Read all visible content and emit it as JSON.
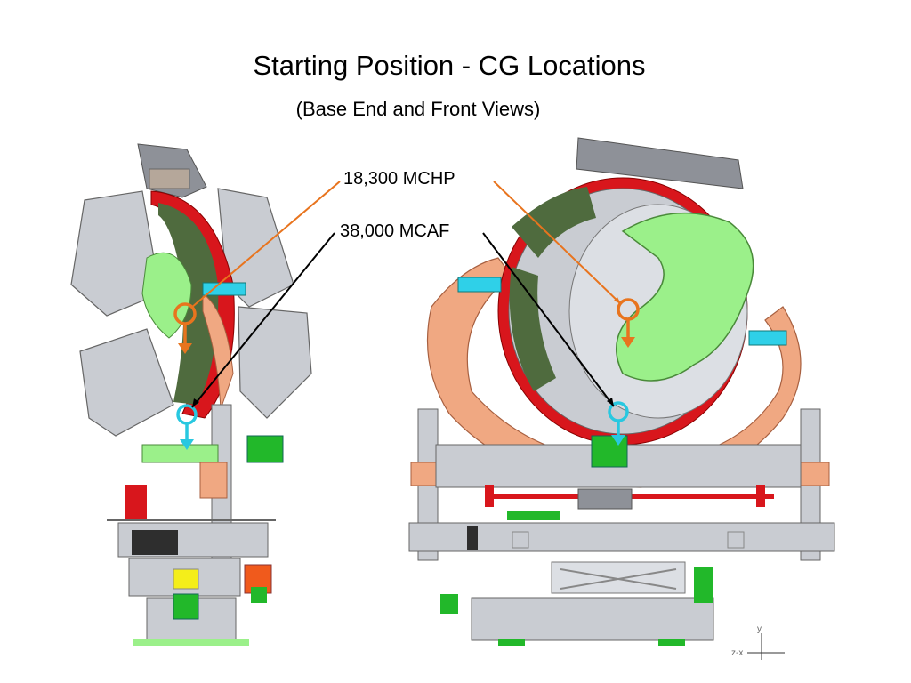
{
  "title": "Starting Position - CG Locations",
  "subtitle": "(Base End and Front Views)",
  "callouts": [
    {
      "label": "18,300 MCHP",
      "color": "#e8741e"
    },
    {
      "label": "38,000 MCAF",
      "color": "#000000"
    }
  ],
  "axes": {
    "vertical": "y",
    "horizontal": "z-x"
  },
  "colors": {
    "frame_gray": "#c9ccd2",
    "dark_gray": "#8e9198",
    "green_coil": "#9bf08a",
    "red_structure": "#d8161c",
    "copper": "#f0a882",
    "cyan": "#2fd0e8",
    "cg_mchp": "#e8741e",
    "cg_mcaf": "#28c8e0",
    "green_part": "#22b82a",
    "yellow_part": "#f4ee1a",
    "orange_part": "#f05a1c"
  }
}
